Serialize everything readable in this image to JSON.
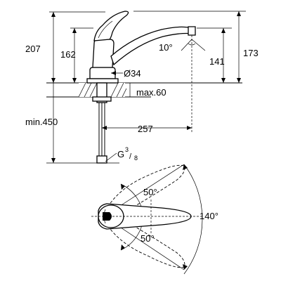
{
  "dimensions": {
    "height_total": "207",
    "height_lever": "162",
    "angle_spout": "10°",
    "height_141": "141",
    "height_173": "173",
    "diameter": "Ø34",
    "max_thickness": "max.60",
    "min_length": "min.450",
    "reach": "257",
    "thread_g": "G",
    "thread_num": "3",
    "thread_den": "8"
  },
  "angles": {
    "upper": "50°",
    "lower": "50°",
    "total": "140°"
  }
}
